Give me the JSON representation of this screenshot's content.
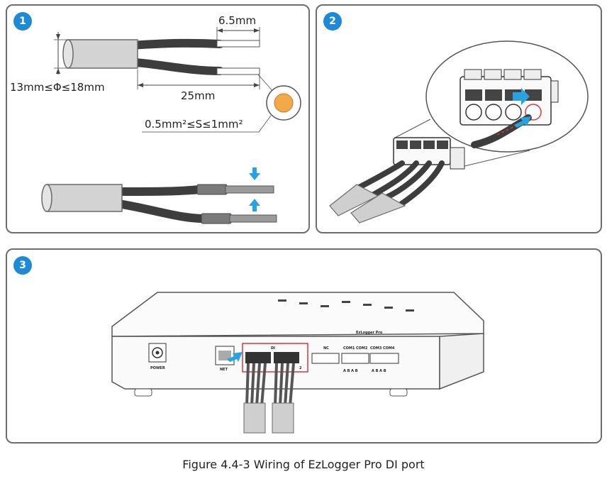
{
  "steps": [
    {
      "number": "1",
      "labels": {
        "strip_length": "6.5mm",
        "diameter": "13mm≤Φ≤18mm",
        "sheath_length": "25mm",
        "cross_section": "0.5mm²≤S≤1mm²"
      }
    },
    {
      "number": "2"
    },
    {
      "number": "3",
      "labels": {
        "power": "POWER",
        "net": "NET",
        "di": "DI",
        "nc": "NC",
        "com1": "COM1",
        "com2": "COM2",
        "com3": "COM3",
        "com4": "COM4",
        "brand": "EzLogger Pro",
        "abab1": "A B A B",
        "abab2": "A B A B",
        "pin2": "2"
      }
    }
  ],
  "caption": "Figure 4.4-3 Wiring of EzLogger Pro DI port",
  "colors": {
    "badge": "#1e8ad6",
    "arrow": "#29a3e0",
    "highlight": "#d9363e",
    "border": "#6d6d6d"
  }
}
